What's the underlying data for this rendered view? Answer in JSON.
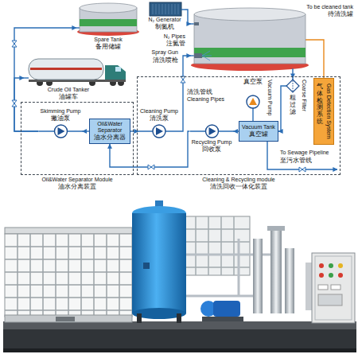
{
  "diagram": {
    "nodes": [
      {
        "text": [
          "Spare Tank",
          "备用储罐"
        ]
      },
      {
        "text": [
          "Crude Oil Tanker",
          "油罐车"
        ]
      },
      {
        "text": [
          "N₂ Generator",
          "制氮机"
        ]
      },
      {
        "text": [
          "To be cleaned tank",
          "待清洗罐"
        ]
      },
      {
        "text": [
          "Oil&Water Separator Module",
          "油水分离装置"
        ]
      },
      {
        "text": [
          "Skimming Pump",
          "撇油泵"
        ],
        "in": 4
      },
      {
        "text": [
          "Oil&Water Separator",
          "油水分离器"
        ],
        "in": 4
      },
      {
        "text": [
          "Cleaning & Recycling module",
          "清洗回收一体化装置"
        ]
      },
      {
        "text": [
          "Cleaning Pump",
          "清洗泵"
        ],
        "in": 7
      },
      {
        "text": [
          "真空泵",
          "Vacuum Pump"
        ],
        "in": 7
      },
      {
        "text": [
          "粗过滤",
          "Coarse Filter"
        ],
        "in": 7
      },
      {
        "text": [
          "Gas Detection System",
          "气体检测系统"
        ],
        "in": 7
      },
      {
        "text": [
          "Recycling Pump",
          "回收泵"
        ],
        "in": 7
      },
      {
        "text": [
          "Vacuum Tank",
          "真空罐"
        ],
        "in": 7
      }
    ],
    "edges": [
      {
        "from": 2,
        "to": 3,
        "arrow": "to"
      },
      {
        "from": 8,
        "to": 3,
        "arrow": "to"
      },
      {
        "from": 3,
        "to": 10,
        "arrow": "to"
      },
      {
        "from": 10,
        "to": 13,
        "arrow": "to"
      },
      {
        "from": 9,
        "to": 13,
        "arrow": "none"
      },
      {
        "from": 13,
        "to": 12,
        "arrow": "to"
      },
      {
        "from": 12,
        "to": 6,
        "arrow": "to"
      },
      {
        "from": 6,
        "to": 8,
        "arrow": "to"
      },
      {
        "from": 6,
        "to": 5,
        "arrow": "to"
      },
      {
        "from": 5,
        "to": 0,
        "arrow": "to"
      },
      {
        "from": 5,
        "to": 1,
        "arrow": "to"
      },
      {
        "from": 11,
        "to": 3,
        "arrow": "none"
      }
    ],
    "labels": [
      "N₂ Pipes",
      "注氮管",
      "Spray Gun",
      "清洗喷枪",
      "Cleaning Pipes",
      "清洗管线",
      "To Sewage Pipeline",
      "至污水管线"
    ]
  }
}
